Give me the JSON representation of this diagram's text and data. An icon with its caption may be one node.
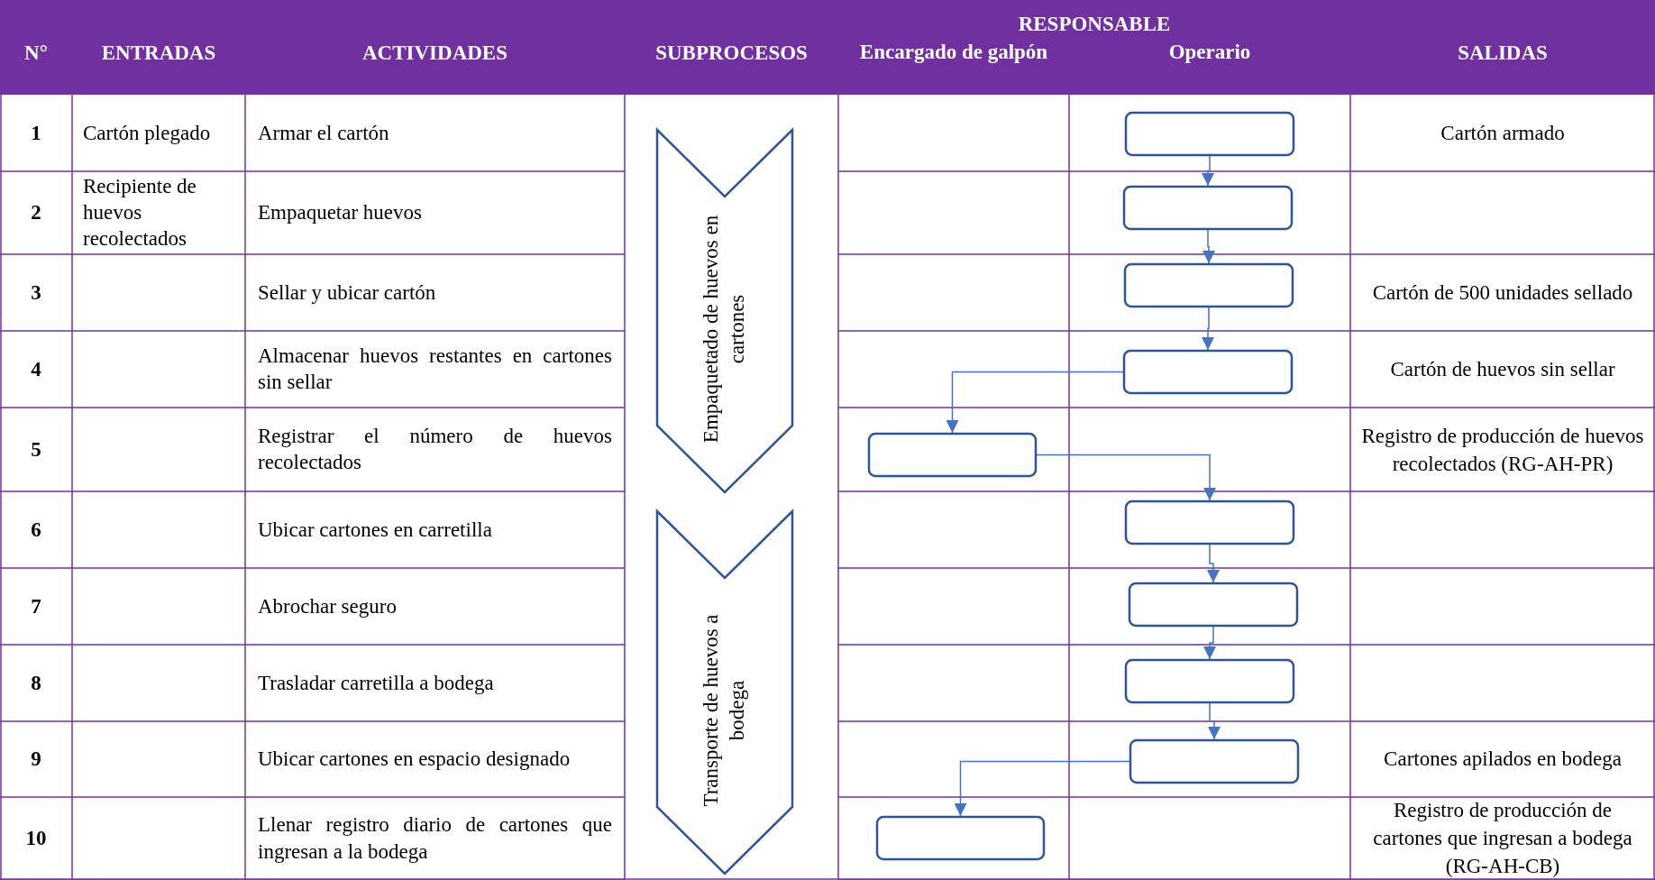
{
  "diagram": {
    "nodes": [
      {
        "text": [
          "Empaquetado de huevos en cartones"
        ]
      },
      {
        "text": [
          "Transporte de huevos a bodega"
        ]
      },
      {
        "text": [],
        "shape": "box"
      },
      {
        "text": [],
        "shape": "box"
      },
      {
        "text": [],
        "shape": "box"
      },
      {
        "text": [],
        "shape": "box"
      },
      {
        "text": [],
        "shape": "box"
      },
      {
        "text": [],
        "shape": "box"
      },
      {
        "text": [],
        "shape": "box"
      },
      {
        "text": [],
        "shape": "box"
      },
      {
        "text": [],
        "shape": "box"
      },
      {
        "text": [],
        "shape": "box"
      }
    ],
    "edges": [
      {
        "from": 2,
        "to": 3,
        "arrow": "to"
      },
      {
        "from": 3,
        "to": 4,
        "arrow": "to"
      },
      {
        "from": 4,
        "to": 5,
        "arrow": "to"
      },
      {
        "from": 5,
        "to": 6,
        "arrow": "to"
      },
      {
        "from": 6,
        "to": 7,
        "arrow": "to"
      },
      {
        "from": 7,
        "to": 8,
        "arrow": "to"
      },
      {
        "from": 8,
        "to": 9,
        "arrow": "to"
      },
      {
        "from": 9,
        "to": 10,
        "arrow": "to"
      },
      {
        "from": 10,
        "to": 11,
        "arrow": "to"
      }
    ],
    "labels": [
      "N°",
      "ENTRADAS",
      "ACTIVIDADES",
      "SUBPROCESOS",
      "RESPONSABLE",
      "Encargado de galpón",
      "Operario",
      "SALIDAS",
      "1",
      "Cartón plegado",
      "Armar el cartón",
      "Cartón armado",
      "2",
      "Recipiente de huevos recolectados",
      "Empaquetar huevos",
      "3",
      "Sellar y ubicar cartón",
      "Cartón de 500 unidades sellado",
      "4",
      "Almacenar huevos restantes en cartones sin sellar",
      "Cartón de huevos sin sellar",
      "5",
      "Registrar el número de huevos recolectados",
      "Registro de producción de huevos recolectados (RG-AH-PR)",
      "6",
      "Ubicar cartones en carretilla",
      "7",
      "Abrochar seguro",
      "8",
      "Trasladar carretilla a bodega",
      "9",
      "Ubicar cartones en espacio designado",
      "Cartones apilados en bodega",
      "10",
      "Llenar registro diario de cartones que ingresan a la bodega",
      "Registro de producción de cartones que ingresan a bodega (RG-AH-CB)"
    ]
  }
}
